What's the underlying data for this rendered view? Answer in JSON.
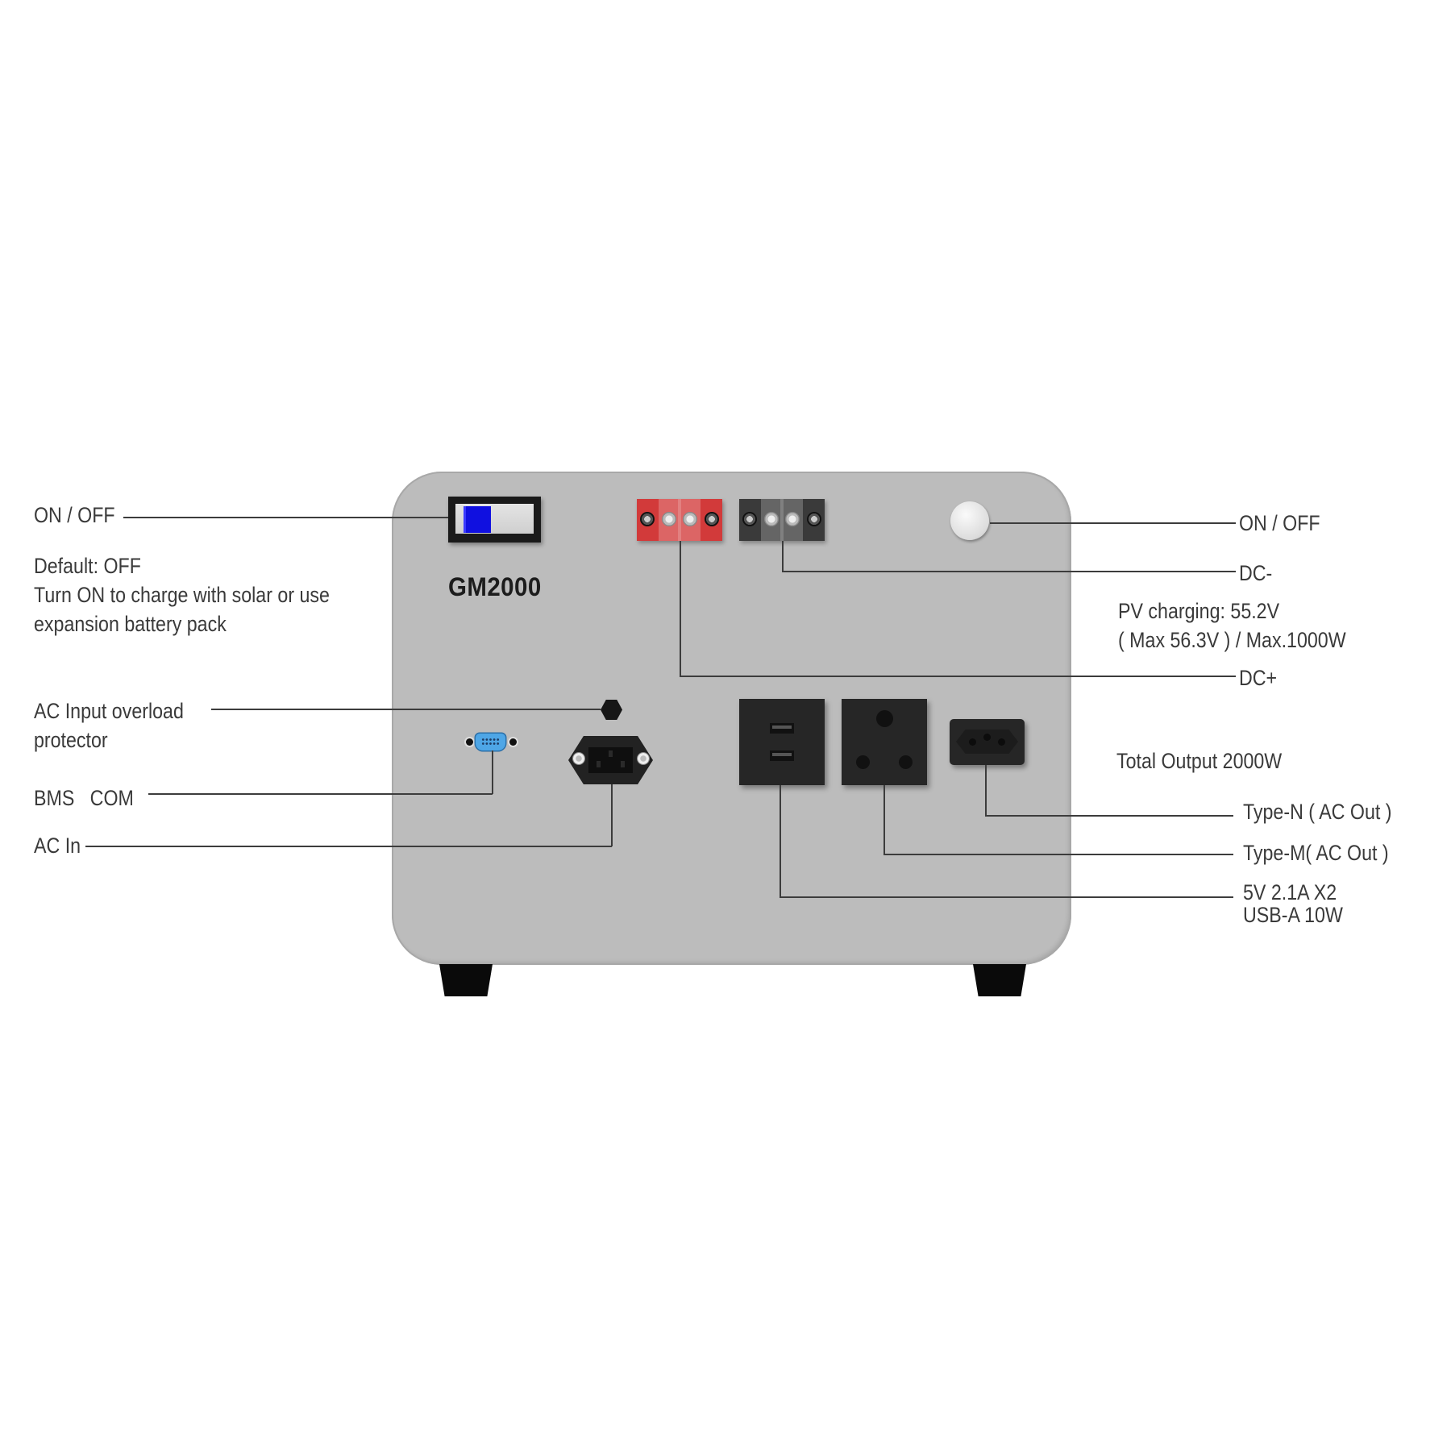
{
  "product": {
    "model": "GM2000",
    "colors": {
      "panel": "#bcbcbc",
      "switch_actuator": "#1010e0",
      "dc_positive_terminal": "#d23a3a",
      "dc_negative_terminal": "#3a3a3a",
      "bms_port": "#4ea6e6",
      "outlet": "#262626"
    }
  },
  "left_labels": {
    "breaker_switch": "ON / OFF",
    "breaker_note_line1": "Default: OFF",
    "breaker_note_line2": "Turn ON to charge with solar or use",
    "breaker_note_line3": "expansion battery pack",
    "ac_protector_line1": "AC Input overload",
    "ac_protector_line2": "protector",
    "bms_com": "BMS   COM",
    "ac_in": "AC In"
  },
  "right_labels": {
    "power_button": "ON / OFF",
    "dc_negative": "DC-",
    "pv_line1": "PV charging: 55.2V",
    "pv_line2": "( Max 56.3V ) / Max.1000W",
    "dc_positive": "DC+",
    "total_output": "Total Output 2000W",
    "type_n": "Type-N ( AC Out )",
    "type_m": "Type-M( AC Out )",
    "usb_line1": "5V 2.1A X2",
    "usb_line2": "USB-A 10W"
  }
}
